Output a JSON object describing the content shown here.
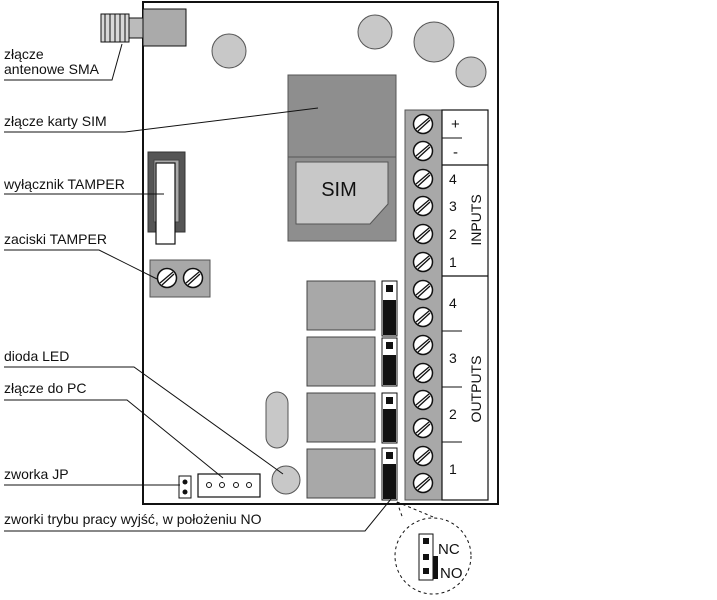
{
  "labels": {
    "sma_line1": "złącze",
    "sma_line2": "antenowe SMA",
    "sim_connector": "złącze karty SIM",
    "tamper_switch": "wyłącznik TAMPER",
    "tamper_terminals": "zaciski TAMPER",
    "led": "dioda LED",
    "pc_connector": "złącze do PC",
    "jumper_jp": "zworka JP",
    "output_jumpers": "zworki trybu pracy wyjść, w położeniu NO"
  },
  "sim": {
    "text": "SIM"
  },
  "power": {
    "plus": "+",
    "minus": "-"
  },
  "inputs": {
    "title": "INPUTS",
    "numbers": [
      "4",
      "3",
      "2",
      "1"
    ]
  },
  "outputs": {
    "title": "OUTPUTS",
    "numbers": [
      "4",
      "3",
      "2",
      "1"
    ]
  },
  "detail": {
    "nc": "NC",
    "no": "NO"
  },
  "colors": {
    "component_gray": "#a8a8a8",
    "sim_dark": "#8a8a8a",
    "line": "#111111"
  }
}
